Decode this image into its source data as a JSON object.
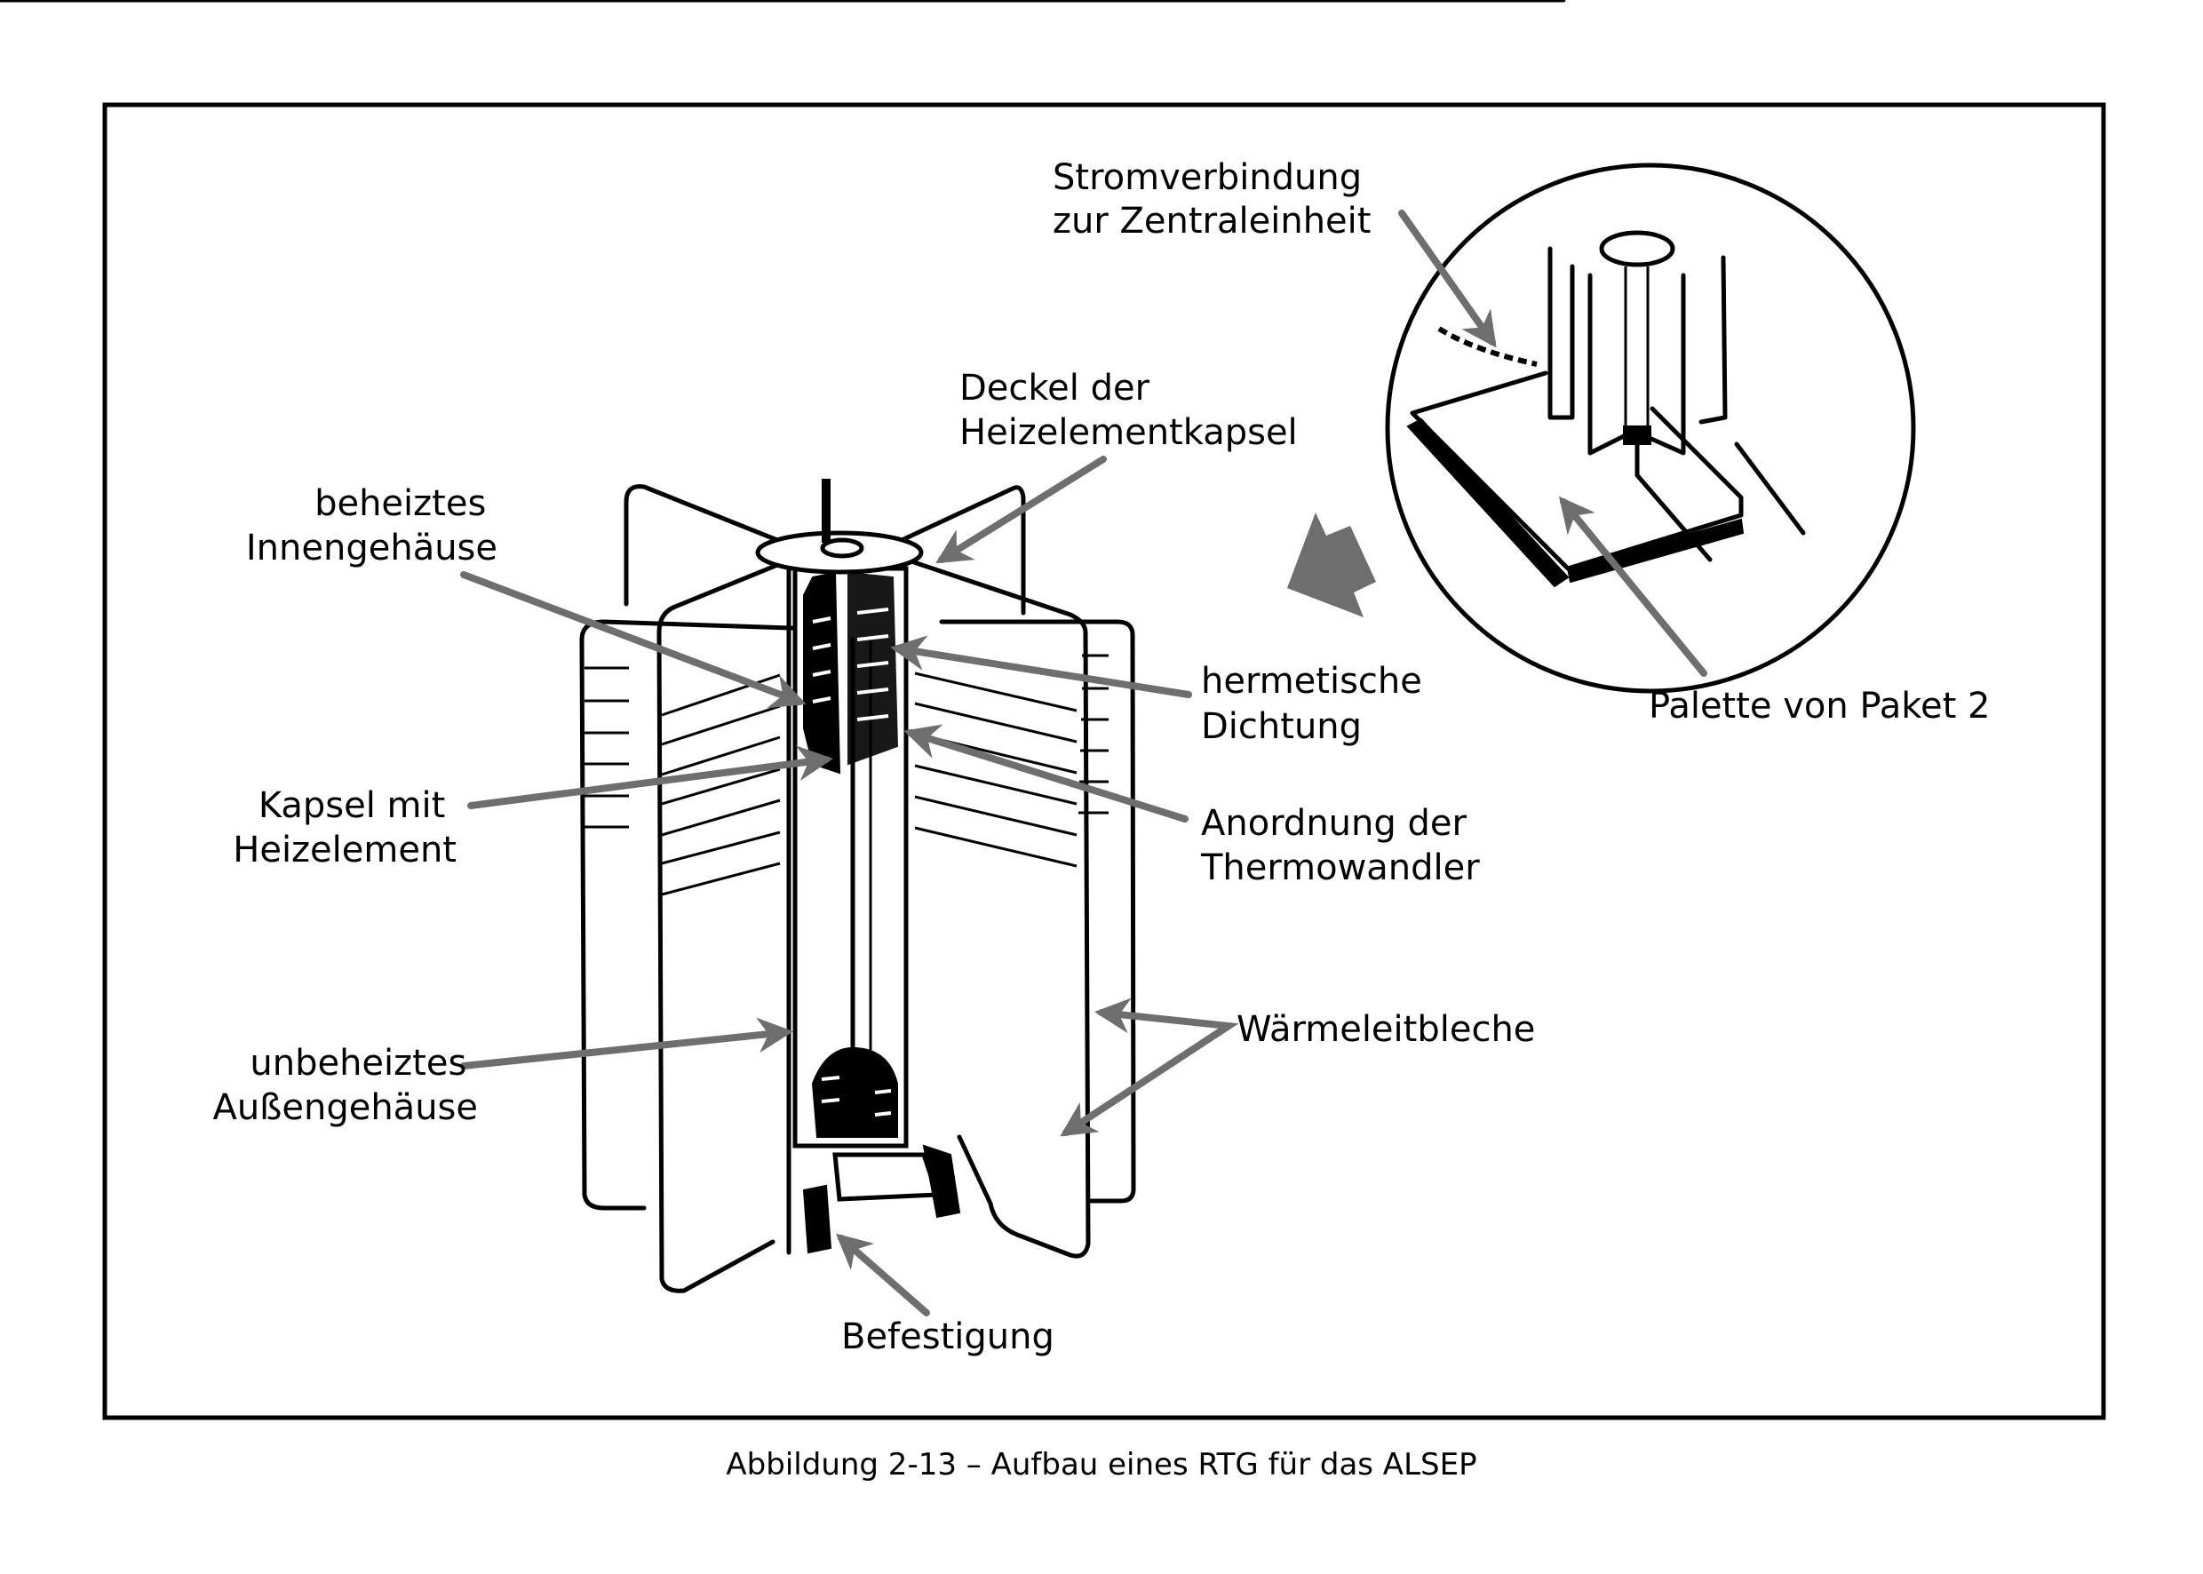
{
  "figure": {
    "caption": "Abbildung 2-13 – Aufbau eines RTG für das ALSEP",
    "leader_color": "#6e6e6e",
    "frame_color": "#000000",
    "labels": {
      "stromverbindung": [
        "Stromverbindung",
        "zur Zentraleinheit"
      ],
      "deckel": [
        "Deckel der",
        "Heizelementkapsel"
      ],
      "innengehaeuse": [
        "beheiztes",
        "Innengehäuse"
      ],
      "dichtung": [
        "hermetische",
        "Dichtung"
      ],
      "kapsel": [
        "Kapsel mit",
        "Heizelement"
      ],
      "thermowandler": [
        "Anordnung der",
        "Thermowandler"
      ],
      "waermeleitbleche": [
        "Wärmeleitbleche"
      ],
      "aussengehaeuse": [
        "unbeheiztes",
        "Außengehäuse"
      ],
      "befestigung": [
        "Befestigung"
      ],
      "palette": [
        "Palette von Paket 2"
      ]
    },
    "icons": {
      "direction_arrow": "big-gray-arrow-pointing-down-left"
    }
  }
}
